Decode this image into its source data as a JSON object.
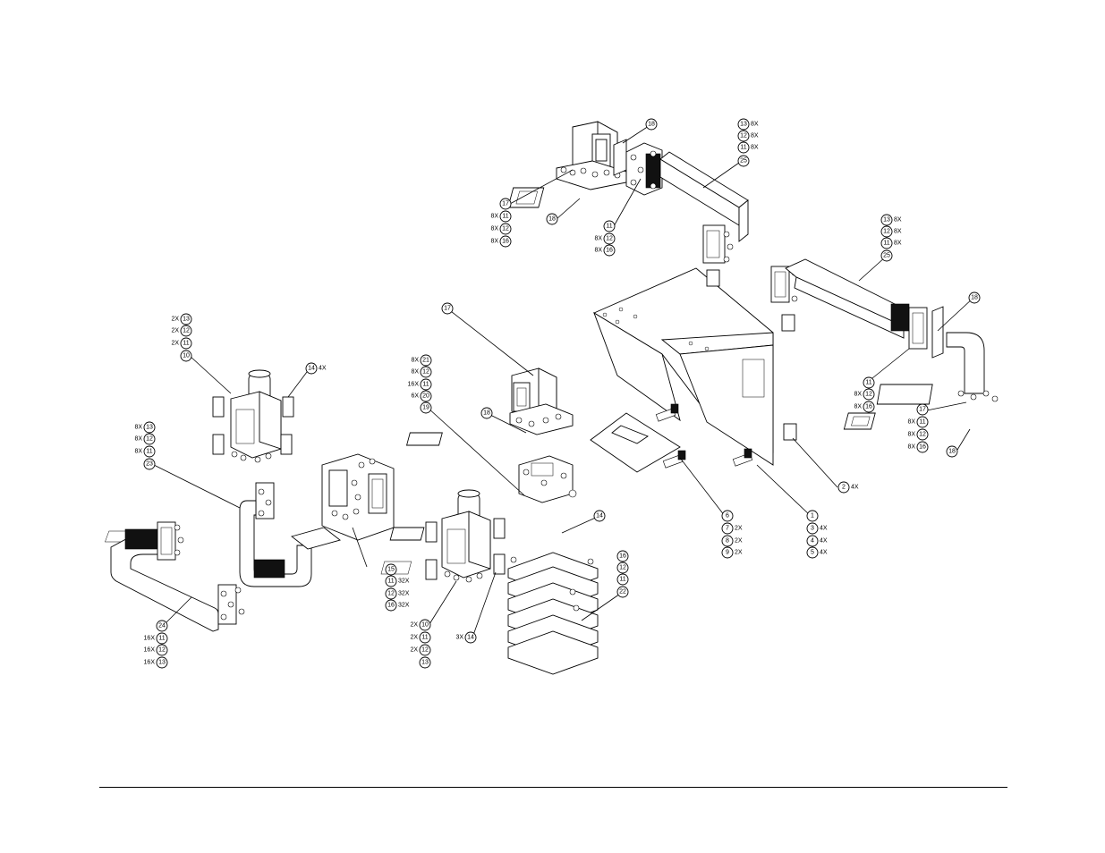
{
  "colors": {
    "ink": "#000000",
    "paper": "#ffffff",
    "shade": "#e8e8e8"
  },
  "callout_groups": [
    {
      "id": "top-left-feed",
      "items": [
        {
          "num": "18",
          "qty": "",
          "side": ""
        },
        {
          "num": "17",
          "qty": "",
          "side": ""
        },
        {
          "num": "11",
          "qty": "8X",
          "side": "left"
        },
        {
          "num": "12",
          "qty": "8X",
          "side": "left"
        },
        {
          "num": "16",
          "qty": "8X",
          "side": "left"
        },
        {
          "num": "18",
          "qty": "",
          "side": ""
        }
      ]
    },
    {
      "id": "top-mid-feed",
      "items": [
        {
          "num": "11",
          "qty": "",
          "side": ""
        },
        {
          "num": "12",
          "qty": "8X",
          "side": "left"
        },
        {
          "num": "16",
          "qty": "8X",
          "side": "left"
        }
      ]
    },
    {
      "id": "top-right-wg",
      "items": [
        {
          "num": "13",
          "qty": "8X",
          "side": "right"
        },
        {
          "num": "12",
          "qty": "8X",
          "side": "right"
        },
        {
          "num": "11",
          "qty": "8X",
          "side": "right"
        },
        {
          "num": "25",
          "qty": "",
          "side": ""
        }
      ]
    },
    {
      "id": "right-wg",
      "items": [
        {
          "num": "13",
          "qty": "8X",
          "side": "right"
        },
        {
          "num": "12",
          "qty": "8X",
          "side": "right"
        },
        {
          "num": "11",
          "qty": "8X",
          "side": "right"
        },
        {
          "num": "25",
          "qty": "",
          "side": ""
        },
        {
          "num": "18",
          "qty": "",
          "side": ""
        },
        {
          "num": "11",
          "qty": "",
          "side": ""
        },
        {
          "num": "12",
          "qty": "8X",
          "side": "left"
        },
        {
          "num": "16",
          "qty": "8X",
          "side": "left"
        },
        {
          "num": "17",
          "qty": "",
          "side": ""
        },
        {
          "num": "11",
          "qty": "8X",
          "side": "left"
        },
        {
          "num": "12",
          "qty": "8X",
          "side": "left"
        },
        {
          "num": "16",
          "qty": "8X",
          "side": "left"
        },
        {
          "num": "18",
          "qty": "",
          "side": ""
        }
      ]
    },
    {
      "id": "left-switch",
      "items": [
        {
          "num": "13",
          "qty": "2X",
          "side": "left"
        },
        {
          "num": "12",
          "qty": "2X",
          "side": "left"
        },
        {
          "num": "11",
          "qty": "2X",
          "side": "left"
        },
        {
          "num": "10",
          "qty": "",
          "side": ""
        },
        {
          "num": "14",
          "qty": "4X",
          "side": "right"
        }
      ]
    },
    {
      "id": "left-u-wg",
      "items": [
        {
          "num": "13",
          "qty": "8X",
          "side": "left"
        },
        {
          "num": "12",
          "qty": "8X",
          "side": "left"
        },
        {
          "num": "11",
          "qty": "8X",
          "side": "left"
        },
        {
          "num": "23",
          "qty": "",
          "side": ""
        }
      ]
    },
    {
      "id": "left-cross",
      "items": [
        {
          "num": "15",
          "qty": "",
          "side": ""
        },
        {
          "num": "11",
          "qty": "32X",
          "side": "right"
        },
        {
          "num": "12",
          "qty": "32X",
          "side": "right"
        },
        {
          "num": "16",
          "qty": "32X",
          "side": "right"
        }
      ]
    },
    {
      "id": "left-long-wg",
      "items": [
        {
          "num": "24",
          "qty": "",
          "side": ""
        },
        {
          "num": "11",
          "qty": "16X",
          "side": "left"
        },
        {
          "num": "12",
          "qty": "16X",
          "side": "left"
        },
        {
          "num": "13",
          "qty": "16X",
          "side": "left"
        }
      ]
    },
    {
      "id": "center-stack",
      "items": [
        {
          "num": "17",
          "qty": "",
          "side": ""
        },
        {
          "num": "21",
          "qty": "8X",
          "side": "left"
        },
        {
          "num": "12",
          "qty": "8X",
          "side": "left"
        },
        {
          "num": "11",
          "qty": "16X",
          "side": "left"
        },
        {
          "num": "20",
          "qty": "6X",
          "side": "left"
        },
        {
          "num": "19",
          "qty": "",
          "side": ""
        },
        {
          "num": "18",
          "qty": "",
          "side": ""
        },
        {
          "num": "14",
          "qty": "",
          "side": ""
        }
      ]
    },
    {
      "id": "center-switch",
      "items": [
        {
          "num": "10",
          "qty": "2X",
          "side": "left"
        },
        {
          "num": "11",
          "qty": "2X",
          "side": "left"
        },
        {
          "num": "12",
          "qty": "2X",
          "side": "left"
        },
        {
          "num": "13",
          "qty": "",
          "side": ""
        },
        {
          "num": "14",
          "qty": "3X",
          "side": "left"
        }
      ]
    },
    {
      "id": "center-filter",
      "items": [
        {
          "num": "16",
          "qty": "",
          "side": ""
        },
        {
          "num": "12",
          "qty": "",
          "side": ""
        },
        {
          "num": "11",
          "qty": "",
          "side": ""
        },
        {
          "num": "22",
          "qty": "",
          "side": ""
        }
      ]
    },
    {
      "id": "frame",
      "items": [
        {
          "num": "6",
          "qty": "",
          "side": ""
        },
        {
          "num": "7",
          "qty": "2X",
          "side": "right"
        },
        {
          "num": "8",
          "qty": "2X",
          "side": "right"
        },
        {
          "num": "9",
          "qty": "2X",
          "side": "right"
        },
        {
          "num": "1",
          "qty": "",
          "side": ""
        },
        {
          "num": "3",
          "qty": "4X",
          "side": "right"
        },
        {
          "num": "4",
          "qty": "4X",
          "side": "right"
        },
        {
          "num": "5",
          "qty": "4X",
          "side": "right"
        },
        {
          "num": "2",
          "qty": "4X",
          "side": "right"
        }
      ]
    }
  ]
}
